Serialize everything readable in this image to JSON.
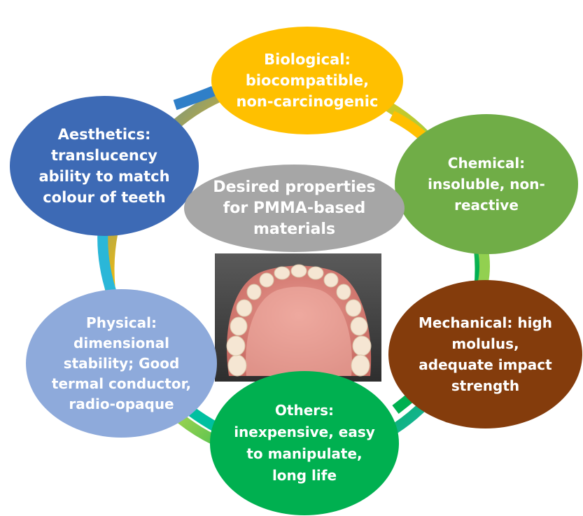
{
  "diagram": {
    "center": {
      "label": "Desired properties\nfor PMMA-based\nmaterials"
    },
    "nodes": {
      "biological": {
        "label": "Biological:\nbiocompatible,\nnon-carcinogenic",
        "color": "#ffc000"
      },
      "chemical": {
        "label": "Chemical:\ninsoluble, non-\nreactive",
        "color": "#70ad47"
      },
      "mechanical": {
        "label": "Mechanical: high\nmolulus,\nadequate impact\nstrength",
        "color": "#843c0c"
      },
      "others": {
        "label": "Others:\ninexpensive, easy\nto manipulate,\nlong life",
        "color": "#00b050"
      },
      "physical": {
        "label": "Physical:\ndimensional\nstability; Good\ntermal conductor,\nradio-opaque",
        "color": "#8eaadb"
      },
      "aesthetics": {
        "label": "Aesthetics:\ntranslucency\nability to match\ncolour of teeth",
        "color": "#3d6ab5"
      }
    },
    "center_color": "#a6a6a6",
    "ring_colors": [
      "#ffc000",
      "#92d050",
      "#00b050",
      "#00c0a0",
      "#2ab7d8",
      "#2f7fc8"
    ],
    "image_icon": "denture-photo"
  }
}
